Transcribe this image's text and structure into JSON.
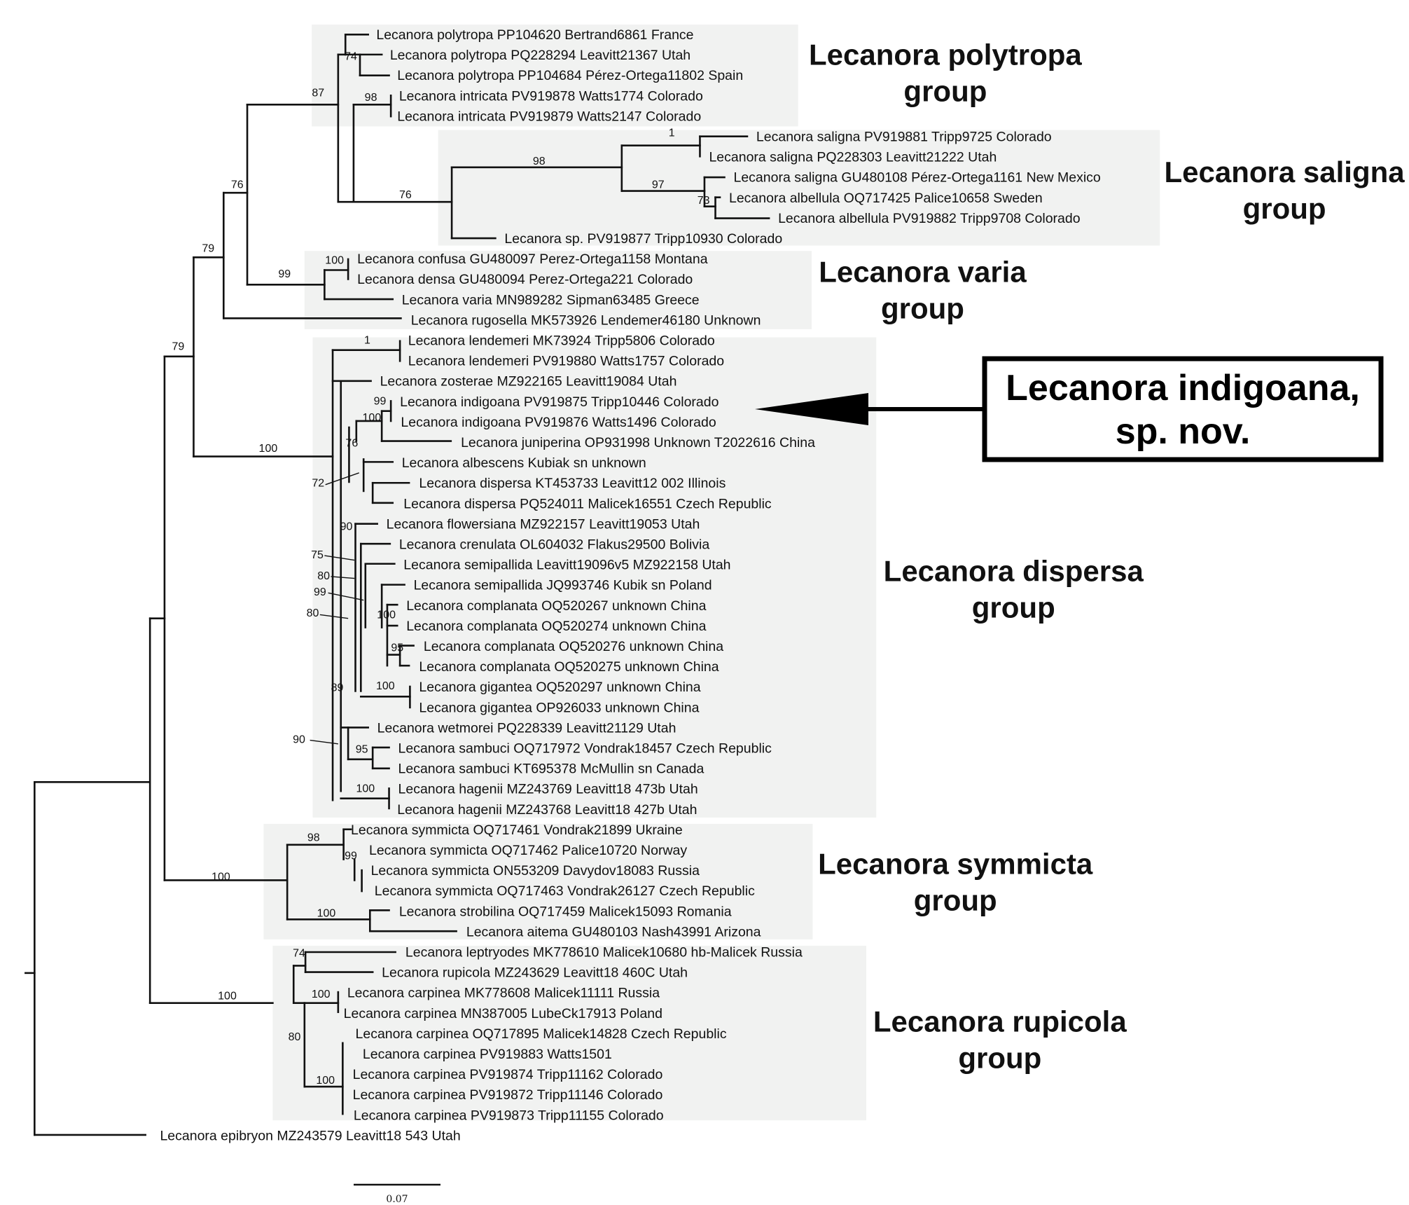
{
  "figure": {
    "type": "phylogenetic tree",
    "scale_bar_label": "0.07",
    "callout": {
      "line1": "Lecanora indigoana,",
      "line2": "sp. nov.",
      "target_taxa": [
        "Lecanora indigoana PV919875 Tripp10446 Colorado",
        "Lecanora indigoana PV919876 Watts1496 Colorado"
      ]
    },
    "box_color": "#f1f2f1",
    "line_color": "#111111"
  },
  "groups": [
    {
      "line1": "Lecanora polytropa",
      "line2": "group"
    },
    {
      "line1": "Lecanora saligna",
      "line2": "group"
    },
    {
      "line1": "Lecanora varia",
      "line2": "group"
    },
    {
      "line1": "Lecanora dispersa",
      "line2": "group"
    },
    {
      "line1": "Lecanora symmicta",
      "line2": "group"
    },
    {
      "line1": "Lecanora rupicola",
      "line2": "group"
    }
  ],
  "taxa": [
    "Lecanora polytropa PP104620 Bertrand6861 France",
    "Lecanora polytropa PQ228294 Leavitt21367 Utah",
    "Lecanora polytropa PP104684 Pérez-Ortega11802 Spain",
    "Lecanora intricata PV919878 Watts1774 Colorado",
    "Lecanora intricata PV919879 Watts2147 Colorado",
    "Lecanora saligna PV919881 Tripp9725 Colorado",
    "Lecanora saligna PQ228303 Leavitt21222 Utah",
    "Lecanora saligna GU480108 Pérez-Ortega1161 New Mexico",
    "Lecanora albellula OQ717425 Palice10658 Sweden",
    "Lecanora albellula PV919882 Tripp9708 Colorado",
    "Lecanora sp. PV919877 Tripp10930 Colorado",
    "Lecanora confusa GU480097 Perez-Ortega1158 Montana",
    "Lecanora densa GU480094 Perez-Ortega221 Colorado",
    "Lecanora varia MN989282 Sipman63485 Greece",
    "Lecanora rugosella MK573926 Lendemer46180 Unknown",
    "Lecanora lendemeri MK73924 Tripp5806 Colorado",
    "Lecanora lendemeri PV919880 Watts1757 Colorado",
    "Lecanora zosterae MZ922165 Leavitt19084 Utah",
    "Lecanora indigoana PV919875 Tripp10446 Colorado",
    "Lecanora indigoana PV919876 Watts1496 Colorado",
    "Lecanora juniperina OP931998 Unknown T2022616 China",
    "Lecanora albescens Kubiak sn unknown",
    "Lecanora dispersa KT453733 Leavitt12 002 Illinois",
    "Lecanora dispersa PQ524011 Malicek16551 Czech Republic",
    "Lecanora flowersiana MZ922157 Leavitt19053 Utah",
    "Lecanora crenulata OL604032 Flakus29500 Bolivia",
    "Lecanora semipallida Leavitt19096v5 MZ922158 Utah",
    "Lecanora semipallida JQ993746 Kubik sn Poland",
    "Lecanora complanata OQ520267 unknown China",
    "Lecanora complanata OQ520274 unknown China",
    "Lecanora complanata OQ520276 unknown China",
    "Lecanora complanata OQ520275 unknown China",
    "Lecanora gigantea OQ520297 unknown China",
    "Lecanora gigantea OP926033 unknown China",
    "Lecanora wetmorei PQ228339 Leavitt21129 Utah",
    "Lecanora sambuci OQ717972 Vondrak18457 Czech Republic",
    "Lecanora sambuci KT695378 McMullin sn Canada",
    "Lecanora hagenii MZ243769 Leavitt18 473b Utah",
    "Lecanora hagenii MZ243768 Leavitt18 427b Utah",
    "Lecanora symmicta OQ717461 Vondrak21899 Ukraine",
    "Lecanora symmicta OQ717462 Palice10720 Norway",
    "Lecanora symmicta ON553209 Davydov18083 Russia",
    "Lecanora symmicta OQ717463 Vondrak26127 Czech Republic",
    "Lecanora strobilina OQ717459 Malicek15093 Romania",
    "Lecanora aitema GU480103 Nash43991 Arizona",
    "Lecanora leptryodes MK778610 Malicek10680 hb-Malicek Russia",
    "Lecanora rupicola MZ243629 Leavitt18 460C Utah",
    "Lecanora carpinea MK778608 Malicek11111 Russia",
    "Lecanora carpinea MN387005 LubeCk17913 Poland",
    "Lecanora carpinea OQ717895 Malicek14828 Czech Republic",
    "Lecanora carpinea PV919883 Watts1501",
    "Lecanora carpinea PV919874 Tripp11162 Colorado",
    "Lecanora carpinea PV919872 Tripp11146 Colorado",
    "Lecanora carpinea PV919873 Tripp11155 Colorado",
    "Lecanora epibryon MZ243579 Leavitt18 543 Utah"
  ],
  "support_values": [
    "87",
    "74",
    "98",
    "1",
    "98",
    "97",
    "73",
    "76",
    "76",
    "100",
    "99",
    "79",
    "79",
    "1",
    "99",
    "100",
    "76",
    "72",
    "90",
    "75",
    "80",
    "99",
    "80",
    "100",
    "95",
    "100",
    "89",
    "90",
    "95",
    "100",
    "100",
    "98",
    "99",
    "100",
    "100",
    "74",
    "100",
    "80",
    "100",
    "100"
  ]
}
